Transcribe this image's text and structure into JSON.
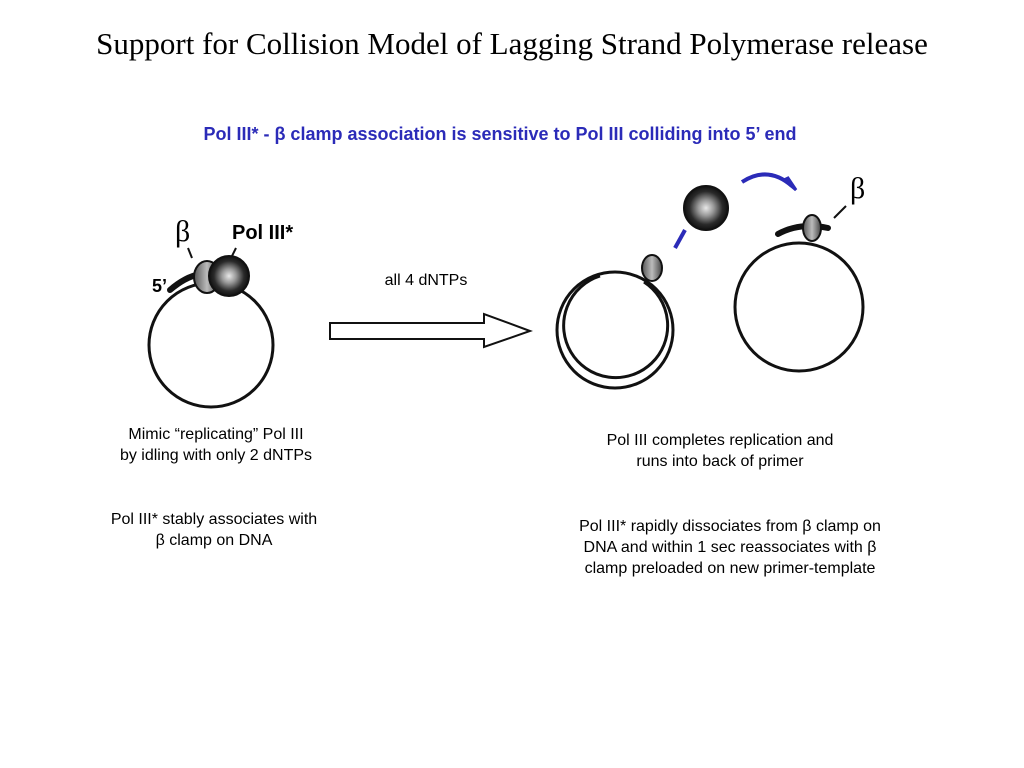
{
  "slide": {
    "title": "Support for Collision Model of Lagging Strand Polymerase release",
    "subtitle": "Pol III* - β clamp association is sensitive to Pol III colliding into 5’ end"
  },
  "diagram": {
    "labels": {
      "beta_left": "β",
      "polIII": "Pol III*",
      "five_prime": "5’",
      "arrow": "all 4 dNTPs",
      "beta_right": "β"
    }
  },
  "captions": {
    "left_top": [
      "Mimic “replicating” Pol III",
      "by idling with only 2 dNTPs"
    ],
    "left_bottom": [
      "Pol III* stably associates with",
      "β clamp on DNA"
    ],
    "right_top": [
      "Pol III completes replication and",
      "runs into back of primer"
    ],
    "right_bottom": [
      "Pol III* rapidly dissociates from β clamp on",
      "DNA and within 1 sec reassociates with β",
      "clamp preloaded on new primer-template"
    ]
  },
  "colors": {
    "subtitle": "#2b2bb8",
    "arrow_accent": "#2b2bb8"
  }
}
